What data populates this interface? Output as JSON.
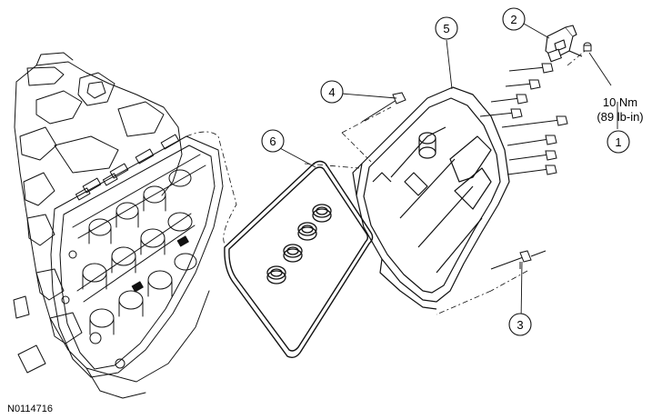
{
  "figure_id": "N0114716",
  "callouts": [
    {
      "number": "1"
    },
    {
      "number": "2"
    },
    {
      "number": "3"
    },
    {
      "number": "4"
    },
    {
      "number": "5"
    },
    {
      "number": "6"
    }
  ],
  "torque_spec": {
    "line1": "10 Nm",
    "line2": "(89 lb-in)"
  }
}
